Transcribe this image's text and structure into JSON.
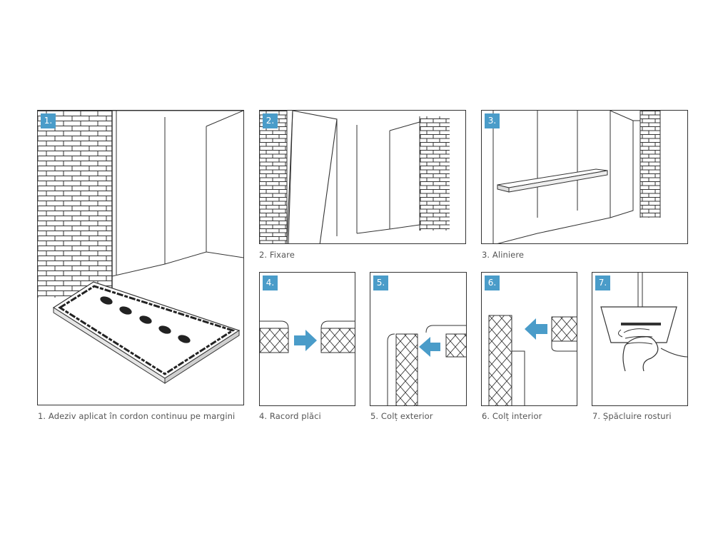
{
  "accent_color": "#4a9cc9",
  "steps": [
    {
      "num": "1.",
      "caption": "1. Adeziv aplicat în cordon continuu pe margini"
    },
    {
      "num": "2.",
      "caption": "2. Fixare"
    },
    {
      "num": "3.",
      "caption": "3. Aliniere"
    },
    {
      "num": "4.",
      "caption": "4. Racord plăci"
    },
    {
      "num": "5.",
      "caption": "5. Colț exterior"
    },
    {
      "num": "6.",
      "caption": "6. Colț interior"
    },
    {
      "num": "7.",
      "caption": "7. Șpăcluire rosturi"
    }
  ]
}
